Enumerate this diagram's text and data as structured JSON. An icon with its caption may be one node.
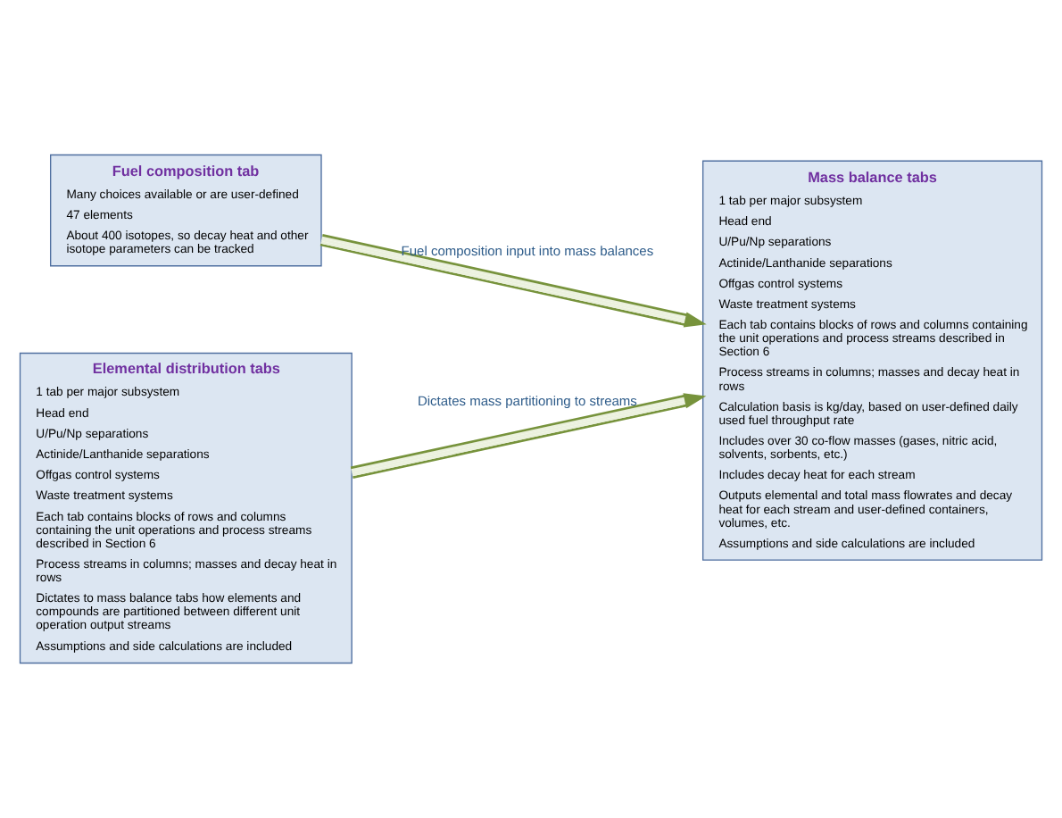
{
  "diagram": {
    "nodes": [
      {
        "text": [
          "Fuel composition tab",
          "Many choices available or are user-defined",
          "47 elements",
          "About 400 isotopes, so decay heat and other isotope parameters can be tracked"
        ]
      },
      {
        "text": [
          "Elemental distribution tabs",
          "1 tab per major subsystem",
          "Head end",
          "U/Pu/Np separations",
          "Actinide/Lanthanide separations",
          "Offgas control systems",
          "Waste treatment systems",
          "Each tab contains blocks of rows and columns containing the unit operations and process streams described in Section 6",
          "Process streams in columns; masses and decay heat in rows",
          "Dictates to mass balance tabs how elements and compounds are partitioned between different unit operation output streams",
          "Assumptions and side calculations are included"
        ]
      },
      {
        "text": [
          "Mass balance tabs",
          "1 tab per major subsystem",
          "Head end",
          "U/Pu/Np separations",
          "Actinide/Lanthanide separations",
          "Offgas control systems",
          "Waste treatment systems",
          "Each tab contains blocks of rows and columns containing the unit operations and process streams described in Section 6",
          "Process streams in columns; masses and decay heat in rows",
          "Calculation basis is kg/day, based on user-defined daily used fuel throughput rate",
          "Includes over 30 co-flow masses (gases, nitric acid, solvents, sorbents, etc.)",
          "Includes decay heat for each stream",
          "Outputs elemental and total mass flowrates and decay heat for each stream and user-defined containers, volumes, etc.",
          "Assumptions and side calculations are included"
        ]
      }
    ],
    "edges": [
      {
        "from": 0,
        "to": 2,
        "arrow": "to",
        "label": "Fuel composition input into mass balances"
      },
      {
        "from": 1,
        "to": 2,
        "arrow": "to",
        "label": "Dictates mass partitioning to streams"
      }
    ]
  }
}
